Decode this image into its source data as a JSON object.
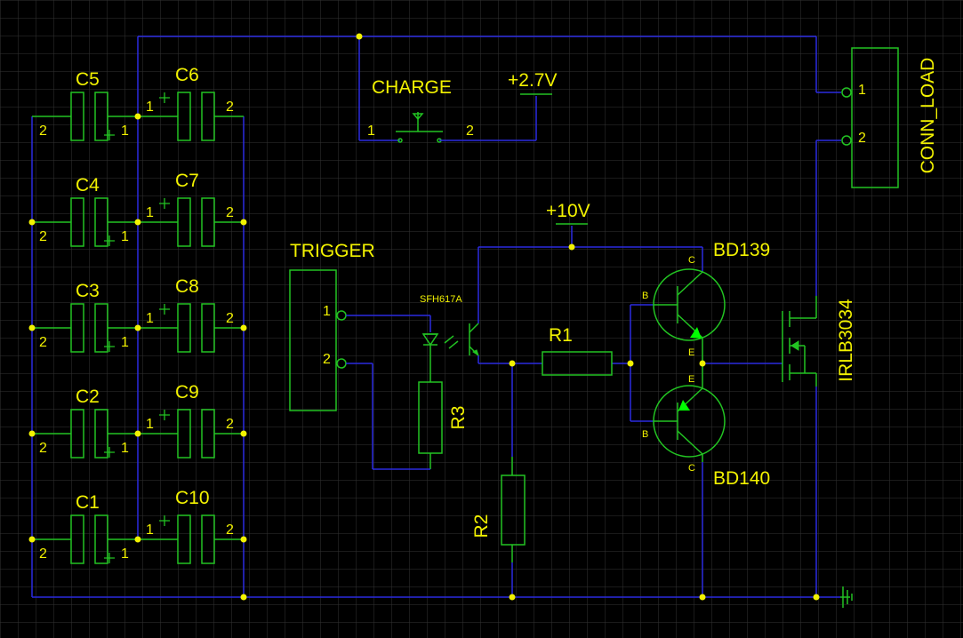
{
  "colors": {
    "background": "#000000",
    "grid": "#333333",
    "wire": "#2a2ae0",
    "component": "#22c322",
    "label": "#f2f200",
    "node": "#f2f200",
    "arrow": "#00ff00"
  },
  "capacitors_left": [
    {
      "ref": "C5",
      "pin_a": "2",
      "pin_b": "1"
    },
    {
      "ref": "C4",
      "pin_a": "2",
      "pin_b": "1"
    },
    {
      "ref": "C3",
      "pin_a": "2",
      "pin_b": "1"
    },
    {
      "ref": "C2",
      "pin_a": "2",
      "pin_b": "1"
    },
    {
      "ref": "C1",
      "pin_a": "2",
      "pin_b": "1"
    }
  ],
  "capacitors_right": [
    {
      "ref": "C6",
      "pin_a": "1",
      "pin_b": "2"
    },
    {
      "ref": "C7",
      "pin_a": "1",
      "pin_b": "2"
    },
    {
      "ref": "C8",
      "pin_a": "1",
      "pin_b": "2"
    },
    {
      "ref": "C9",
      "pin_a": "1",
      "pin_b": "2"
    },
    {
      "ref": "C10",
      "pin_a": "1",
      "pin_b": "2"
    }
  ],
  "charge_switch": {
    "label": "CHARGE",
    "pin1": "1",
    "pin2": "2"
  },
  "supply_27": "+2.7V",
  "supply_10": "+10V",
  "trigger": {
    "label": "TRIGGER",
    "pin1": "1",
    "pin2": "2"
  },
  "optocoupler": "SFH617A",
  "resistors": {
    "r1": "R1",
    "r2": "R2",
    "r3": "R3"
  },
  "q_top": {
    "ref": "BD139",
    "c": "C",
    "b": "B",
    "e": "E"
  },
  "q_bottom": {
    "ref": "BD140",
    "c": "C",
    "b": "B",
    "e": "E"
  },
  "mosfet": "IRLB3034",
  "conn_load": {
    "label": "CONN_LOAD",
    "pin1": "1",
    "pin2": "2"
  }
}
